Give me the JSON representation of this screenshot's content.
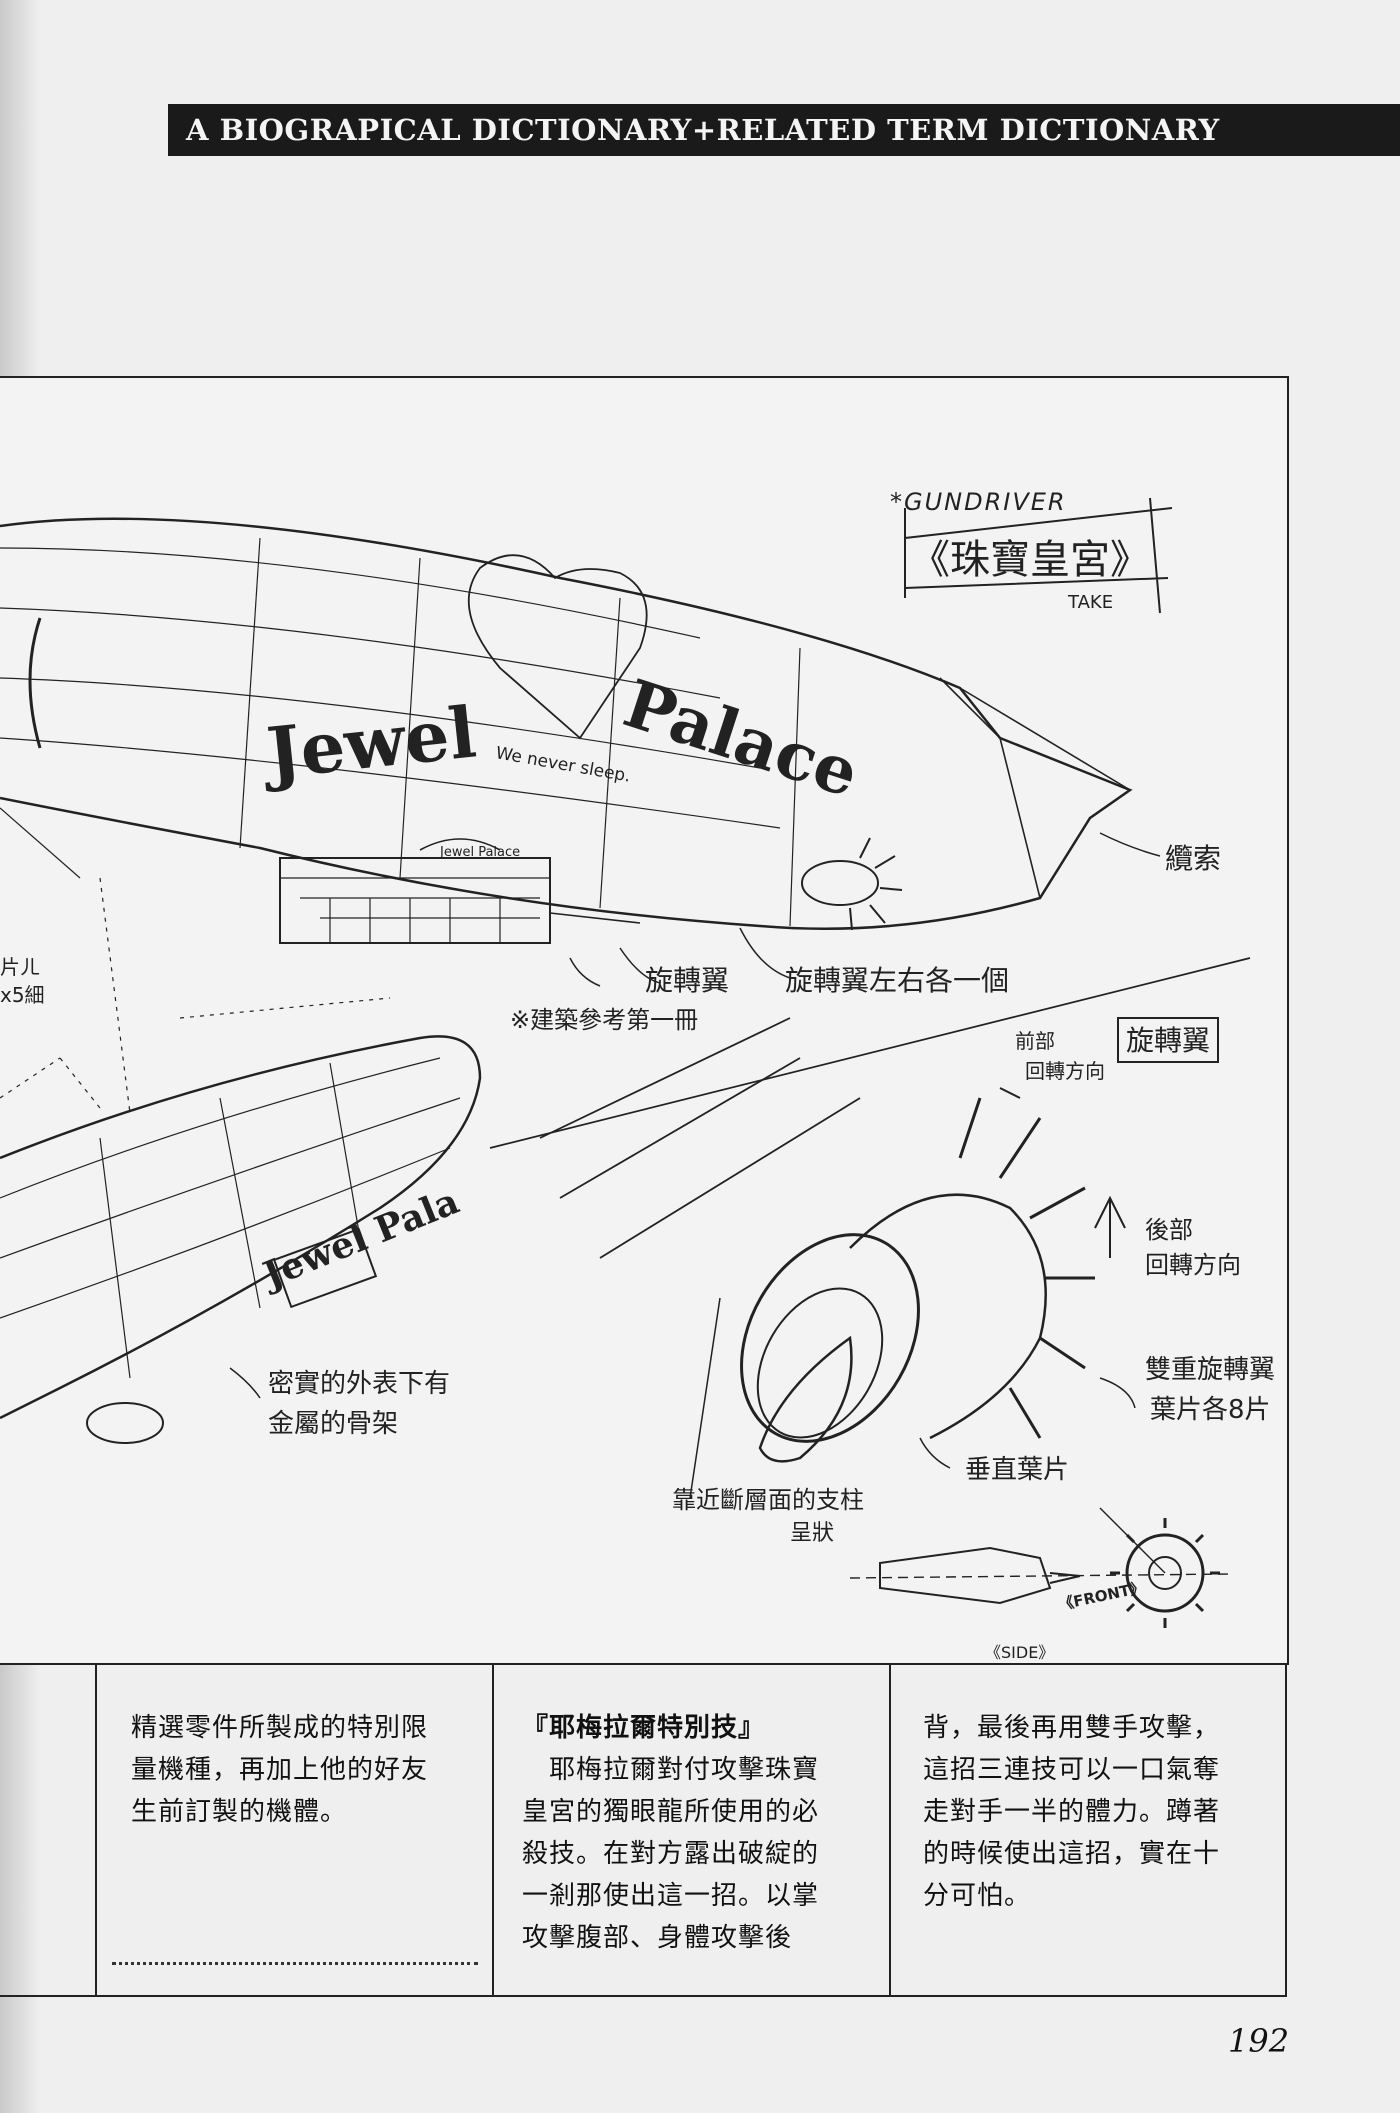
{
  "header": {
    "title": "A BIOGRAPICAL DICTIONARY+RELATED TERM DICTIONARY"
  },
  "illustration": {
    "title_tag": "*GUNDRIVER",
    "title": "《珠寶皇宮》",
    "artist": "TAKE",
    "ship_name_1": "Jewel",
    "ship_name_2": "Palace",
    "slogan": "We never sleep.",
    "gondola_sign": "Jewel Palace",
    "second_ship_name": "Jewel Pala",
    "notes": {
      "rope": "纜索",
      "propeller": "旋轉翼",
      "propeller_each_side": "旋轉翼左右各一個",
      "building_ref": "※建築參考第一冊",
      "left_note_1": "片ㄦ",
      "left_note_2": "x5細",
      "solid_frame_1": "密實的外表下有",
      "solid_frame_2": "金屬的骨架",
      "prop_box": "旋轉翼",
      "front_rot_1": "前部",
      "front_rot_2": "回轉方向",
      "rear_rot_1": "後部",
      "rear_rot_2": "回轉方向",
      "dual_prop_1": "雙重旋轉翼",
      "dual_prop_2": "葉片各8片",
      "vertical_blade": "垂直葉片",
      "strut_1": "靠近斷層面的支柱",
      "strut_2": "呈狀",
      "front_label": "《FRONT》",
      "side_label": "《SIDE》"
    }
  },
  "columns": {
    "col1_text": "精選零件所製成的特別限\n量機種，再加上他的好友\n生前訂製的機體。",
    "col2_title": "『耶梅拉爾特別技』",
    "col2_text": "　耶梅拉爾對付攻擊珠寶\n皇宮的獨眼龍所使用的必\n殺技。在對方露出破綻的\n一剎那使出這一招。以掌\n攻擊腹部、身體攻擊後",
    "col3_text": "背，最後再用雙手攻擊，\n這招三連技可以一口氣奪\n走對手一半的體力。蹲著\n的時候使出這招，實在十\n分可怕。"
  },
  "page_number": "192"
}
